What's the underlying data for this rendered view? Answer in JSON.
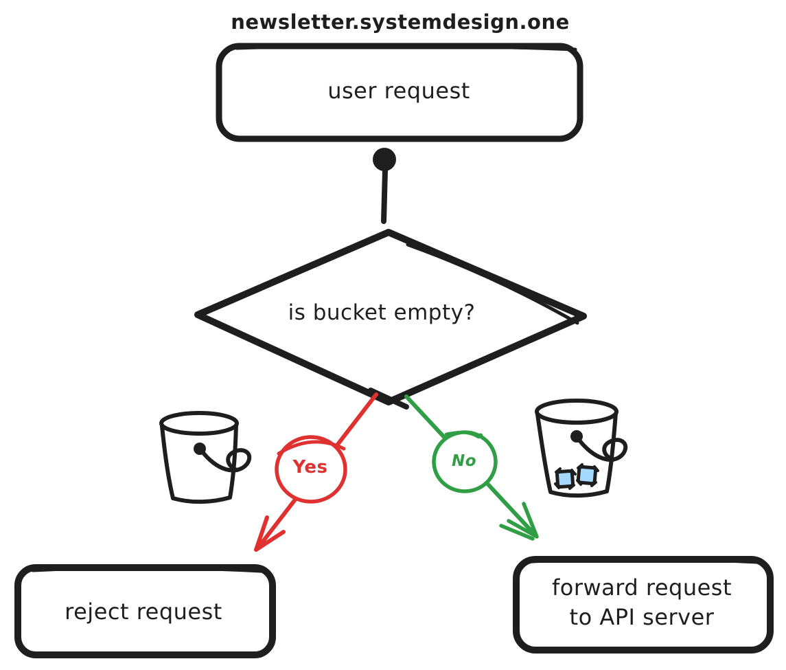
{
  "title": "newsletter.systemdesign.one",
  "colors": {
    "ink": "#1e1e1e",
    "yes_red": "#e03131",
    "no_green": "#2f9e44",
    "token_blue": "#a5d8ff",
    "background": "#ffffff"
  },
  "nodes": {
    "user_request": {
      "label": "user request"
    },
    "decision": {
      "label": "is bucket empty?"
    },
    "reject": {
      "label": "reject request"
    },
    "forward": {
      "lines": [
        "forward request",
        "to API server"
      ]
    }
  },
  "branches": {
    "yes": {
      "label": "Yes",
      "color": "#e03131",
      "target": "reject request"
    },
    "no": {
      "label": "No",
      "color": "#2f9e44",
      "target": "forward request to API server"
    }
  },
  "icons": {
    "left": "empty-bucket-icon",
    "right": "bucket-with-tokens-icon",
    "token_count": 2
  }
}
